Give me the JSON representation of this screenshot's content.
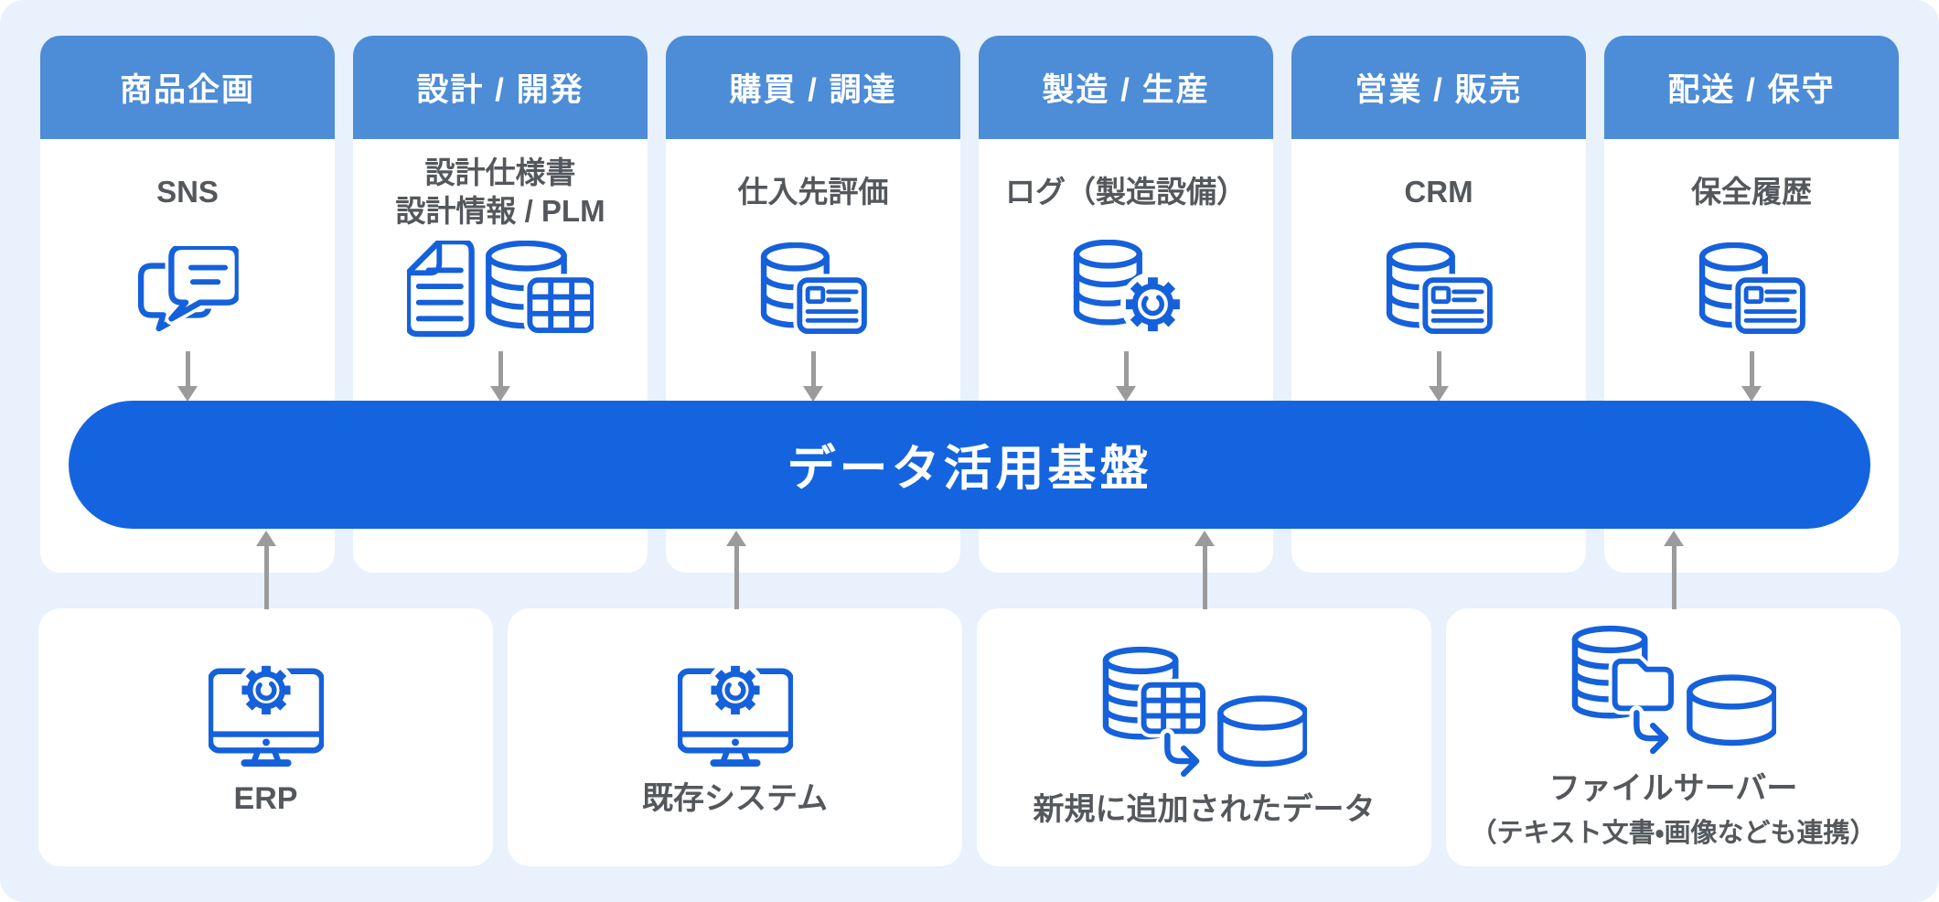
{
  "colors": {
    "background": "#e8f1fc",
    "process_header_blue": "#4d8cd6",
    "platform_blue": "#1564df",
    "icon_blue": "#1560db",
    "arrow_gray": "#9b9b9b",
    "card_white": "#ffffff",
    "label_gray": "#54585c"
  },
  "process_columns": [
    {
      "header": "商品企画",
      "label_lines": [
        "SNS"
      ],
      "icon": "chat-bubbles-icon"
    },
    {
      "header": "設計 / 開発",
      "label_lines": [
        "設計仕様書",
        "設計情報 / PLM"
      ],
      "icon": "document-database-table-icon"
    },
    {
      "header": "購買 / 調達",
      "label_lines": [
        "仕入先評価"
      ],
      "icon": "database-card-icon"
    },
    {
      "header": "製造 / 生産",
      "label_lines": [
        "ログ（製造設備）"
      ],
      "icon": "database-gear-icon"
    },
    {
      "header": "営業 / 販売",
      "label_lines": [
        "CRM"
      ],
      "icon": "database-card-icon"
    },
    {
      "header": "配送 / 保守",
      "label_lines": [
        "保全履歴"
      ],
      "icon": "database-card-icon"
    }
  ],
  "platform": {
    "label": "データ活用基盤"
  },
  "source_cards": [
    {
      "label_lines": [
        "ERP"
      ],
      "icon": "monitor-gear-icon"
    },
    {
      "label_lines": [
        "既存システム"
      ],
      "icon": "monitor-gear-icon"
    },
    {
      "label_lines": [
        "新規に追加されたデータ"
      ],
      "icon": "database-table-transfer-icon"
    },
    {
      "label_lines": [
        "ファイルサーバー",
        "（テキスト文書・画像なども連携）"
      ],
      "icon": "database-folder-transfer-icon"
    }
  ]
}
